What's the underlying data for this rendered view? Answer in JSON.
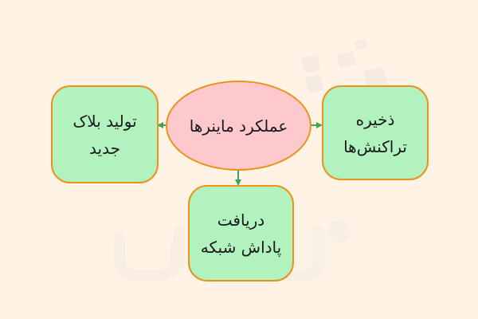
{
  "diagram": {
    "center": {
      "label": "عملکرد ماینرها",
      "shape": "ellipse",
      "fill": "#fdc9cd",
      "stroke": "#ec9219"
    },
    "nodes": [
      {
        "id": "left",
        "label": "تولید بلاک\nجدید",
        "fill": "#b1f2bf",
        "stroke": "#ec9219"
      },
      {
        "id": "right",
        "label": "ذخیره\nتراکنش‌ها",
        "fill": "#b1f2bf",
        "stroke": "#ec9219"
      },
      {
        "id": "bottom",
        "label": "دریافت\nپاداش شبکه",
        "fill": "#b1f2bf",
        "stroke": "#ec9219"
      }
    ],
    "edges": [
      {
        "from": "center",
        "to": "left",
        "color": "#3aa655"
      },
      {
        "from": "center",
        "to": "right",
        "color": "#3aa655"
      },
      {
        "from": "center",
        "to": "bottom",
        "color": "#3aa655"
      }
    ],
    "background": "#fff3e6"
  }
}
